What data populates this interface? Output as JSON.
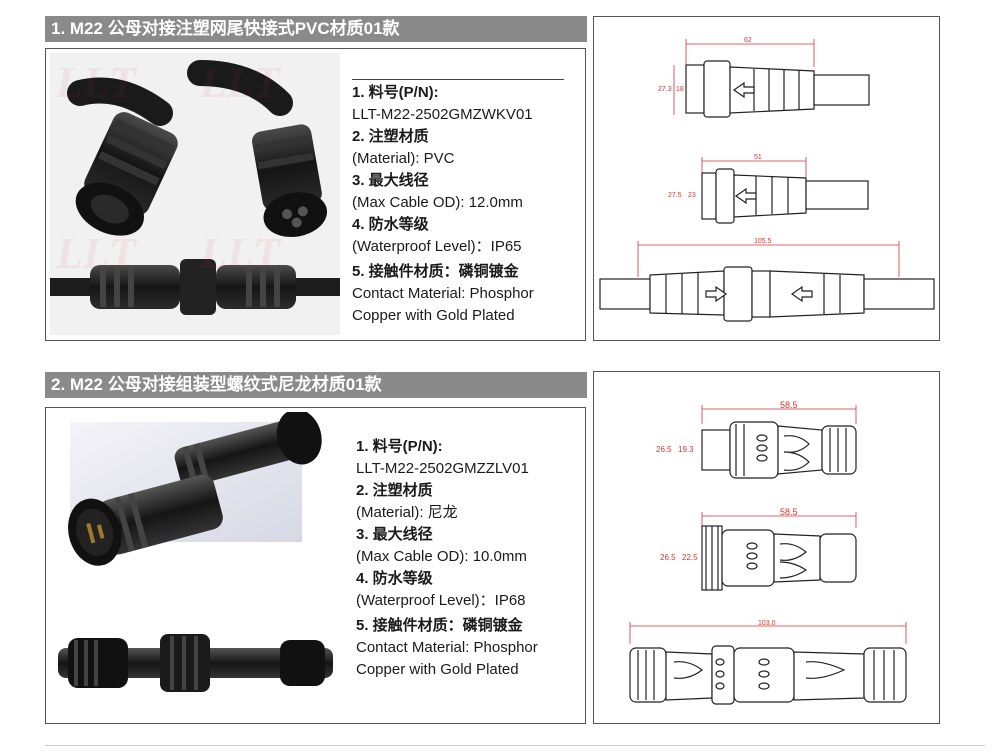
{
  "sections": [
    {
      "title": "1. M22 公母对接注塑网尾快接式PVC材质01款",
      "watermark": "LLT",
      "specs": {
        "pn_label": "1. 料号(P/N):",
        "pn_value": "LLT-M22-2502GMZWKV01",
        "material_label": "2. 注塑材质",
        "material_value": "(Material): PVC",
        "od_label": "3. 最大线径",
        "od_value": "(Max Cable OD): 12.0mm",
        "wp_label": "4. 防水等级",
        "wp_value": "(Waterproof Level)：IP65",
        "contact_label": "5. 接触件材质：磷铜镀金",
        "contact_line1": "Contact Material: Phosphor",
        "contact_line2": "Copper with Gold Plated"
      },
      "drawing_dims": {
        "top_length": "62",
        "top_d1": "27.3",
        "top_d2": "18",
        "mid_length": "51",
        "mid_d1": "27.5",
        "mid_d2": "23",
        "bottom_length": "105.5"
      }
    },
    {
      "title": "2. M22 公母对接组装型螺纹式尼龙材质01款",
      "specs": {
        "pn_label": "1. 料号(P/N):",
        "pn_value": "LLT-M22-2502GMZZLV01",
        "material_label": "2. 注塑材质",
        "material_value": "(Material): 尼龙",
        "od_label": "3. 最大线径",
        "od_value": "(Max Cable OD): 10.0mm",
        "wp_label": "4. 防水等级",
        "wp_value": "(Waterproof Level)：IP68",
        "contact_label": "5. 接触件材质：磷铜镀金",
        "contact_line1": "Contact Material: Phosphor",
        "contact_line2": "Copper with Gold Plated"
      },
      "drawing_dims": {
        "top_length": "58.5",
        "top_d1": "26.5",
        "top_d2": "19.3",
        "mid_length": "58.5",
        "mid_d1": "26.5",
        "mid_d2": "22.5",
        "bottom_length": "103.0"
      }
    }
  ],
  "colors": {
    "title_bar": "#8a8a8a",
    "dimension": "#dd3333"
  }
}
